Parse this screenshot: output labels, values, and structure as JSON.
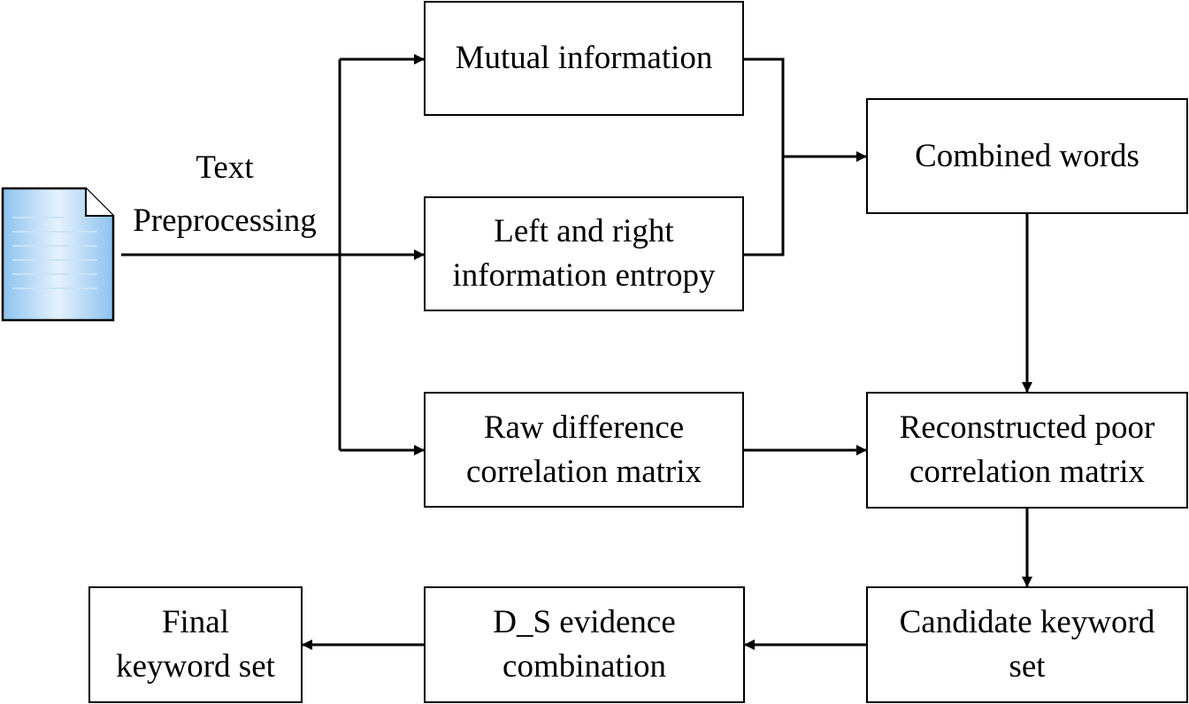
{
  "preprocessing_label": [
    "Text",
    "Preprocessing"
  ],
  "nodes": {
    "mutual_information": [
      "Mutual information"
    ],
    "left_right_entropy": [
      "Left and right",
      "information entropy"
    ],
    "raw_difference_matrix": [
      "Raw difference",
      "correlation matrix"
    ],
    "combined_words": [
      "Combined words"
    ],
    "reconstructed_matrix": [
      "Reconstructed poor",
      "correlation matrix"
    ],
    "candidate_keyword_set": [
      "Candidate keyword",
      "set"
    ],
    "ds_evidence_combination": [
      "D_S evidence",
      "combination"
    ],
    "final_keyword_set": [
      "Final",
      "keyword set"
    ]
  },
  "icons": {
    "input_document": "document-icon"
  },
  "colors": {
    "document_fill": "#a9d1f3",
    "document_stroke": "#000000",
    "line": "#000000"
  }
}
